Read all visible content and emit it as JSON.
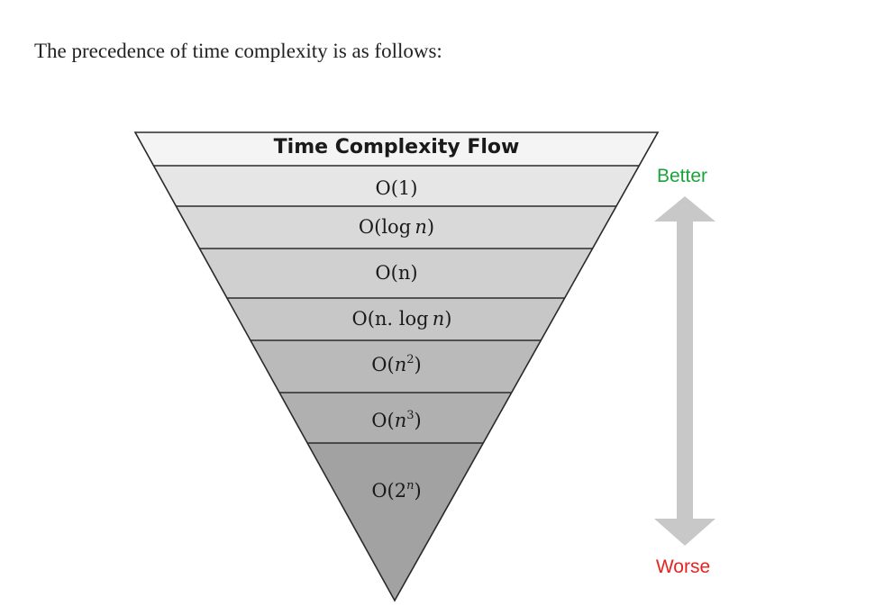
{
  "intro_text": "The precedence of time complexity is as follows:",
  "diagram": {
    "title": "Time Complexity Flow",
    "levels": [
      {
        "base": "O(1)",
        "suffix": "",
        "italic": "",
        "sup": "",
        "close": ""
      },
      {
        "base": "O(log ",
        "suffix": "",
        "italic": "n",
        "sup": "",
        "close": ")"
      },
      {
        "base": "O(n)",
        "suffix": "",
        "italic": "",
        "sup": "",
        "close": ""
      },
      {
        "base": "O(n. log ",
        "suffix": "",
        "italic": "n",
        "sup": "",
        "close": ")"
      },
      {
        "base": "O(",
        "suffix": "",
        "italic": "n",
        "sup": "2",
        "close": ")"
      },
      {
        "base": "O(",
        "suffix": "",
        "italic": "n",
        "sup": "3",
        "close": ")"
      },
      {
        "base": "O(2",
        "suffix": "",
        "italic": "",
        "sup": "n",
        "close": ")"
      }
    ],
    "arrow": {
      "top_label": "Better",
      "bottom_label": "Worse",
      "top_color": "#1aa33a",
      "bottom_color": "#e8231f",
      "arrow_color": "#c8c8c8"
    },
    "band_colors": [
      "#f4f4f4",
      "#e6e6e6",
      "#d9d9d9",
      "#d0d0d0",
      "#c7c7c7",
      "#bababa",
      "#b0b0b0",
      "#a2a2a2"
    ]
  }
}
